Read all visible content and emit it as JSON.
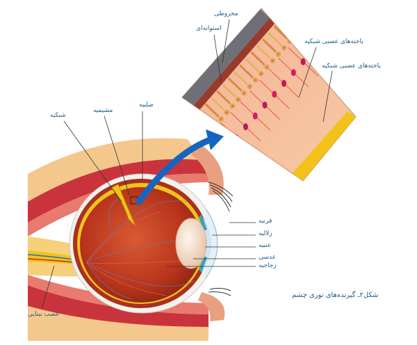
{
  "labels": {
    "sclera": "صلبیه",
    "choroid": "مشیمیه",
    "retina": "شبکیه",
    "cone": "مخروطی",
    "rod": "استوانه‌ای",
    "neuron1": "یاخته‌های عصبی شبکیه",
    "neuron2": "یاخته‌های عصبی شبکیه",
    "cornea": "قرنیه",
    "aqueous": "زلالیه",
    "iris": "عنبیه",
    "lens": "عدسی",
    "vitreous": "زجاجیه",
    "optic_nerve": "عصب بینایی"
  },
  "caption": "شکل۲ـ گیرنده‌های نوری چشم",
  "colors": {
    "label_text": "#1f5f8b",
    "arrow": "#1565c0",
    "sclera": "#f3f1ec",
    "choroid": "#b3372a",
    "retina": "#f2c21b",
    "vitreous": "#c8401f",
    "muscle": "#d1434a",
    "fat": "#f6d07a"
  }
}
